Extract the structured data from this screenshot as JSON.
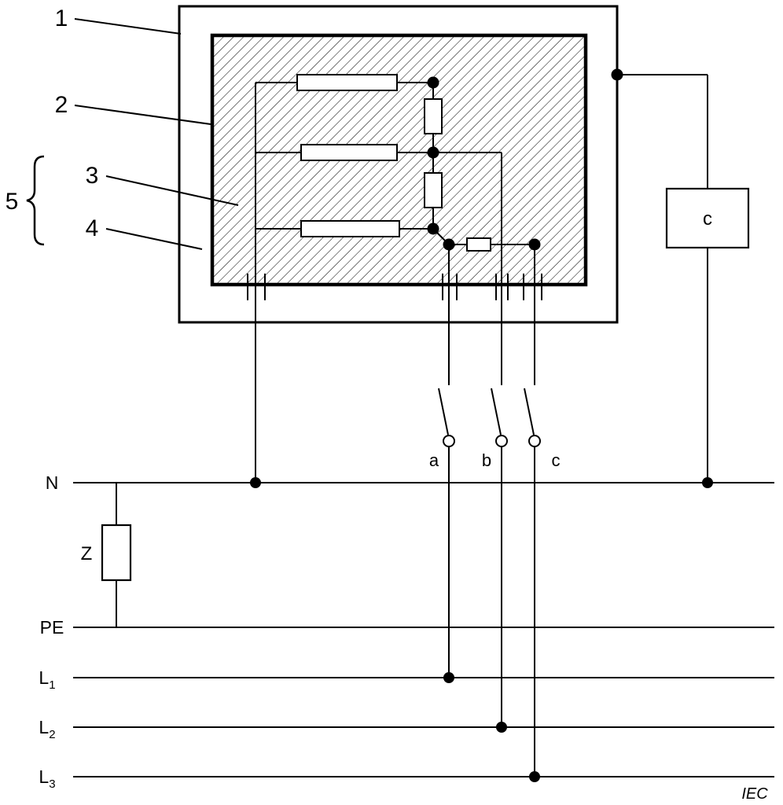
{
  "figure": {
    "callouts": {
      "c1": "1",
      "c2": "2",
      "c3": "3",
      "c4": "4",
      "c5": "5"
    },
    "meter_label": "c",
    "impedance_label": "Z",
    "switch_labels": {
      "a": "a",
      "b": "b",
      "c": "c"
    },
    "bus_labels": {
      "n": "N",
      "pe": "PE",
      "l1": {
        "base": "L",
        "sub": "1"
      },
      "l2": {
        "base": "L",
        "sub": "2"
      },
      "l3": {
        "base": "L",
        "sub": "3"
      }
    },
    "footer": "IEC"
  }
}
